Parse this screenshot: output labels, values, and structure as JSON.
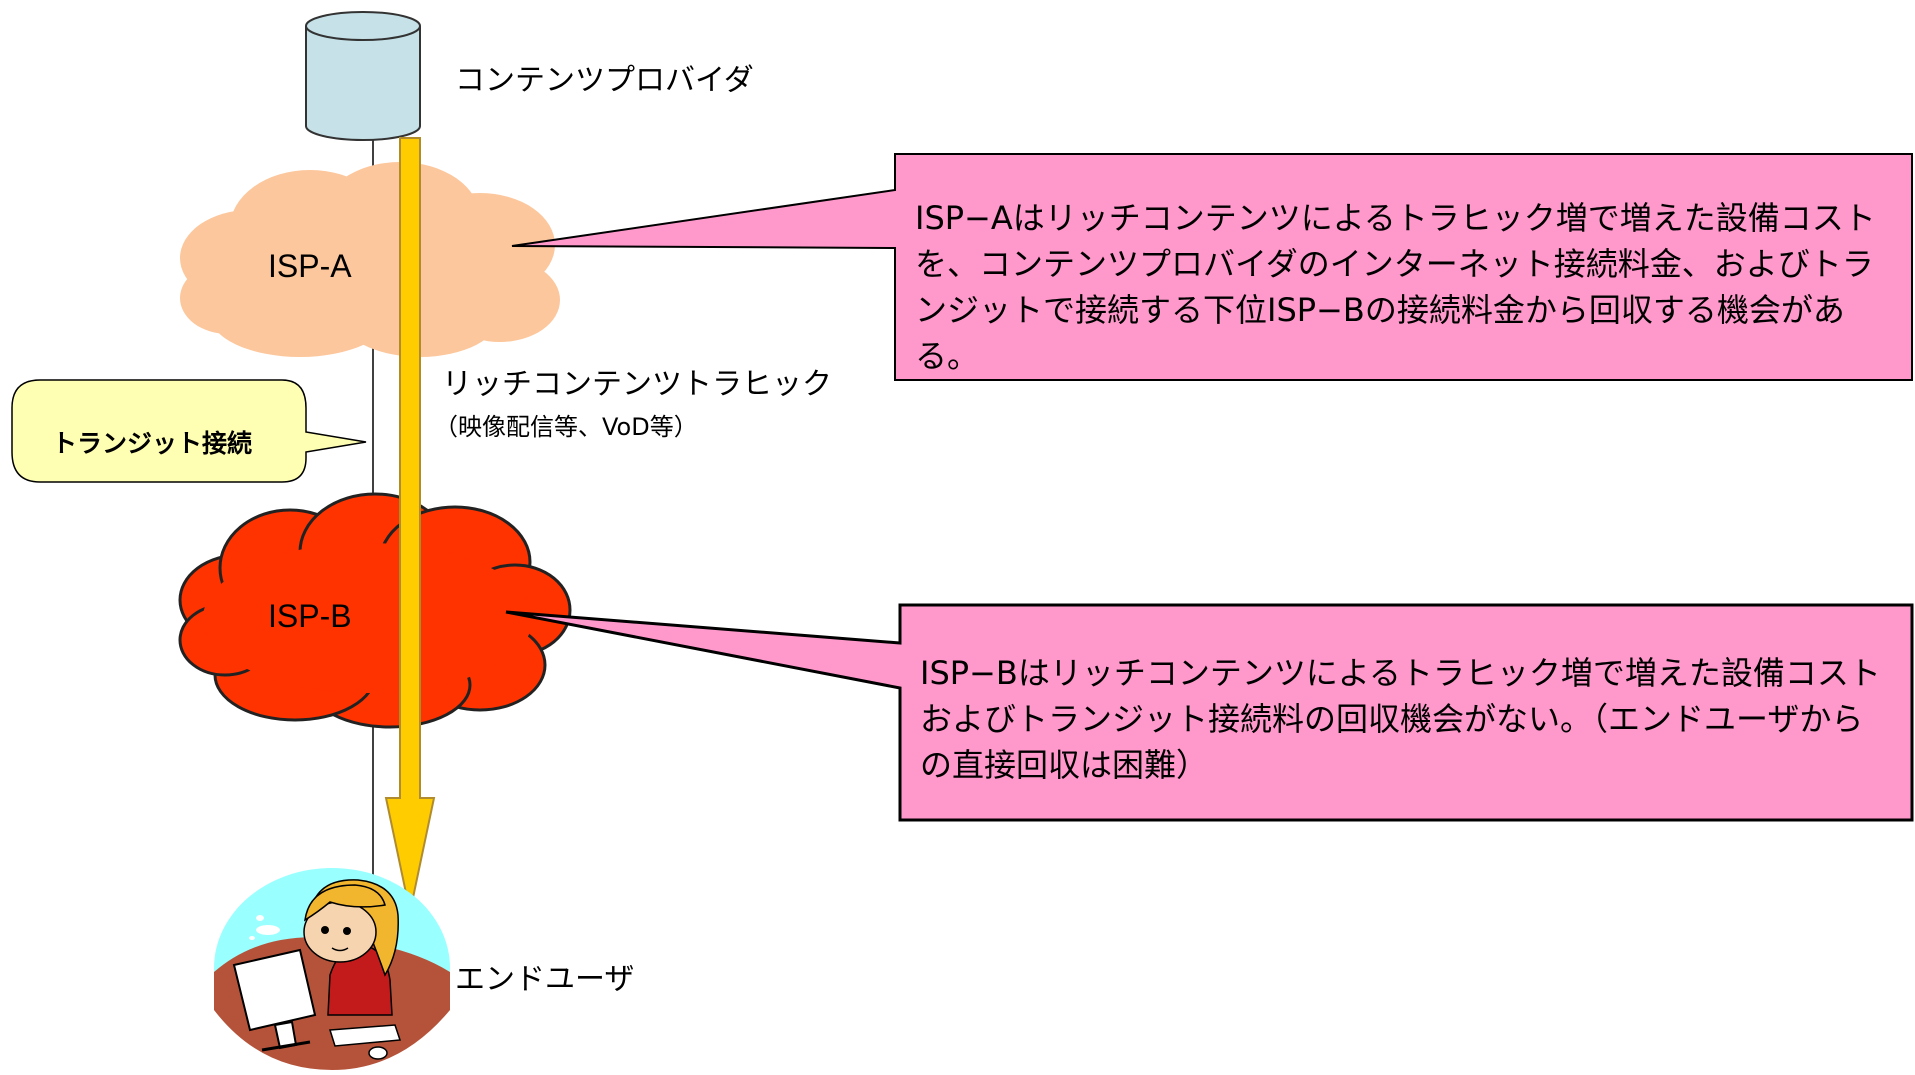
{
  "nodes": {
    "content_provider": {
      "label": "コンテンツプロバイダ"
    },
    "isp_a": {
      "label": "ISP-A"
    },
    "isp_b": {
      "label": "ISP-B"
    },
    "end_user": {
      "label": "エンドユーザ"
    }
  },
  "traffic": {
    "label": "リッチコンテンツトラヒック",
    "sublabel": "（映像配信等、VoD等）"
  },
  "transit": {
    "label": "トランジット接続"
  },
  "callouts": {
    "isp_a": "ISP−Aはリッチコンテンツによるトラヒック増で増えた設備コストを、コンテンツプロバイダのインターネット接続料金、およびトランジットで接続する下位ISP−Bの接続料金から回収する機会がある。",
    "isp_b": "ISP−Bはリッチコンテンツによるトラヒック増で増えた設備コストおよびトランジット接続料の回収機会がない。（エンドユーザからの直接回収は困難）"
  },
  "colors": {
    "server_fill": "#c6e2e8",
    "isp_a_fill": "#fcc79c",
    "isp_b_fill": "#ff3300",
    "callout_fill": "#ff99cc",
    "transit_fill": "#ffffb3",
    "arrow_fill": "#ffcc00",
    "user_circle": "#99ffff"
  }
}
